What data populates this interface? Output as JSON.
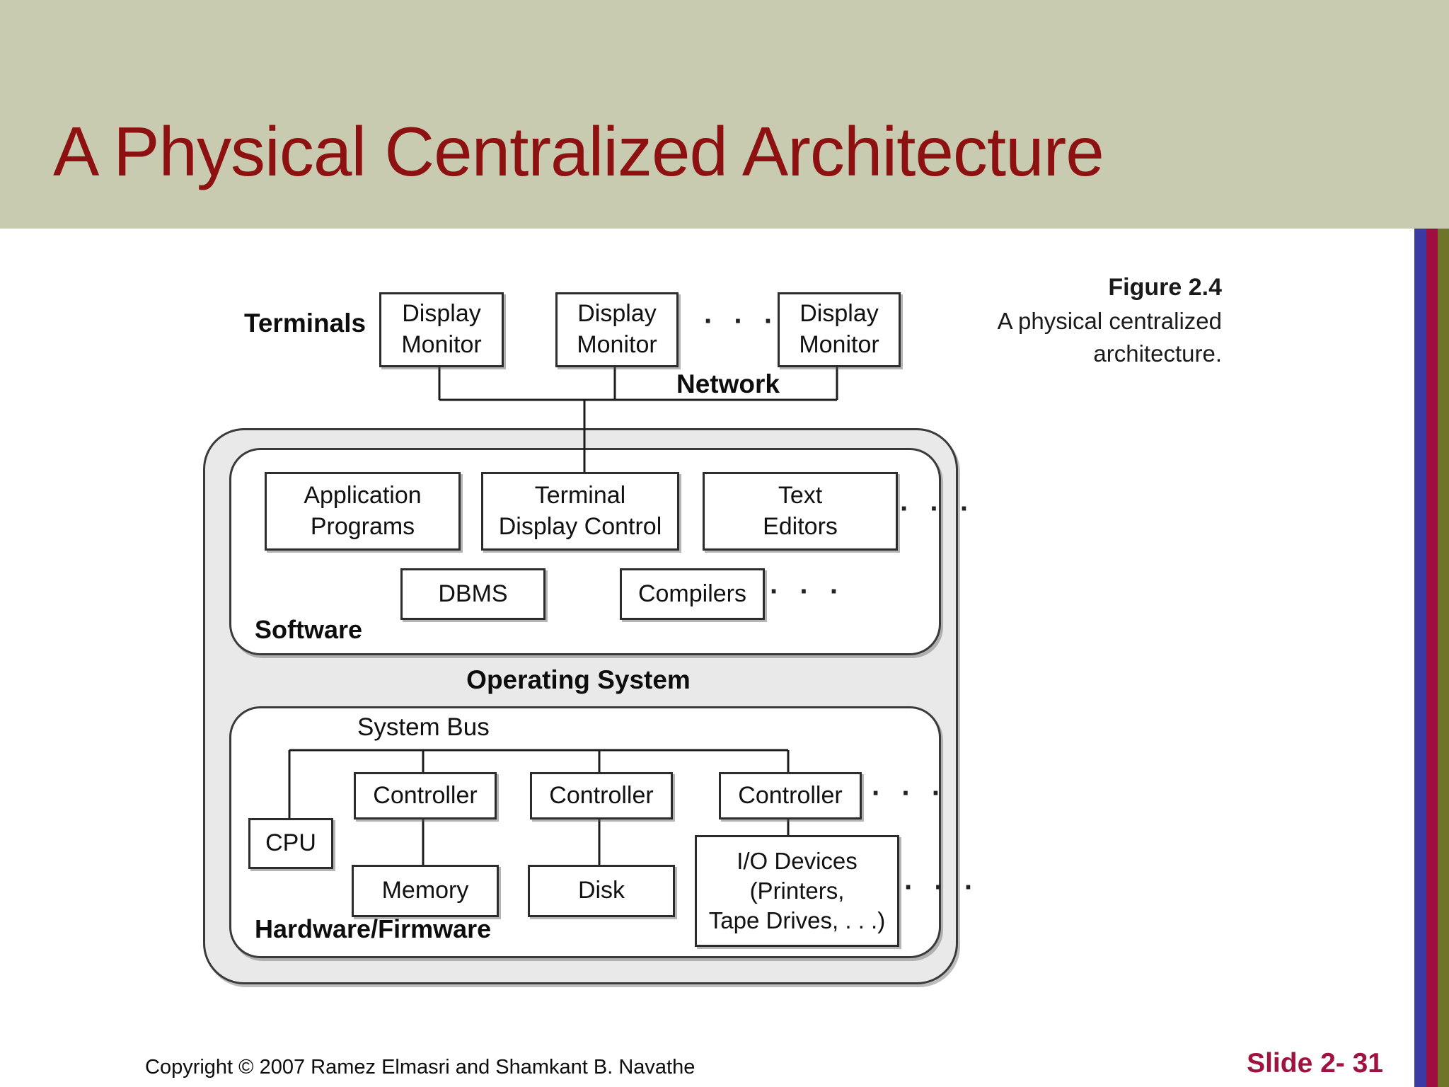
{
  "header": {
    "title": "A Physical Centralized Architecture"
  },
  "caption": {
    "title": "Figure 2.4",
    "line1": "A physical centralized",
    "line2": "architecture."
  },
  "diagram": {
    "terminals_label": "Terminals",
    "network_label": "Network",
    "ellipsis": "· · ·",
    "monitor": {
      "line1": "Display",
      "line2": "Monitor"
    },
    "software": {
      "label": "Software",
      "app": {
        "line1": "Application",
        "line2": "Programs"
      },
      "tdc": {
        "line1": "Terminal",
        "line2": "Display Control"
      },
      "editors": {
        "line1": "Text",
        "line2": "Editors"
      },
      "dbms": "DBMS",
      "compilers": "Compilers"
    },
    "os_label": "Operating System",
    "hardware": {
      "label": "Hardware/Firmware",
      "system_bus": "System Bus",
      "cpu": "CPU",
      "controller": "Controller",
      "memory": "Memory",
      "disk": "Disk",
      "io": {
        "line1": "I/O Devices",
        "line2": "(Printers,",
        "line3": "Tape Drives, . . .)"
      }
    }
  },
  "footer": {
    "copyright": "Copyright © 2007 Ramez Elmasri and Shamkant B. Navathe",
    "slide_number": "Slide 2- 31"
  },
  "colors": {
    "header_bg": "#c8cbb0",
    "title_red": "#8e1111",
    "slide_number_red": "#a01240",
    "stripe_blue": "#3a3aa2",
    "stripe_crimson": "#a00d40",
    "stripe_olive": "#6e7428",
    "container_gray": "#e9e9e9"
  }
}
